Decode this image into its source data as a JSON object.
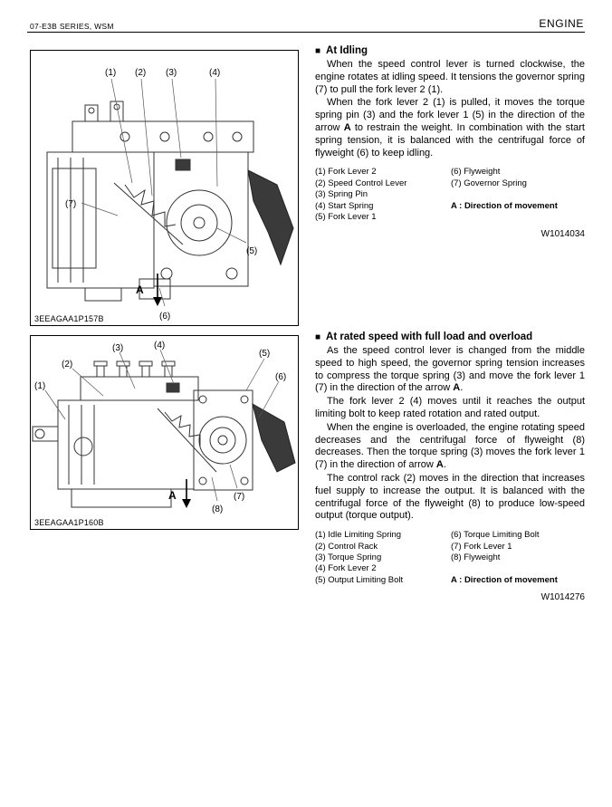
{
  "header": {
    "left": "07-E3B SERIES, WSM",
    "right": "ENGINE"
  },
  "figure1": {
    "caption": "3EEAGAA1P157B",
    "callouts": {
      "c1": "(1)",
      "c2": "(2)",
      "c3": "(3)",
      "c4": "(4)",
      "c5": "(5)",
      "c6": "(6)",
      "c7": "(7)",
      "a": "A"
    }
  },
  "figure2": {
    "caption": "3EEAGAA1P160B",
    "callouts": {
      "c1": "(1)",
      "c2": "(2)",
      "c3": "(3)",
      "c4": "(4)",
      "c5": "(5)",
      "c6": "(6)",
      "c7": "(7)",
      "c8": "(8)",
      "a": "A"
    }
  },
  "section1": {
    "marker": "■",
    "title": "At Idling",
    "p1": {
      "pre": "When the speed control lever is turned clockwise, the engine rotates at idling speed. It tensions the governor spring (7) to pull the fork lever 2 (1).",
      "a": "",
      "post": ""
    },
    "p2": {
      "pre": "When the fork lever 2 (1) is pulled, it moves the torque spring pin (3) and the fork lever 1 (5) in the direction of the arrow ",
      "a": "A",
      "post": " to restrain the weight. In combination with the start spring tension, it is balanced with the centrifugal force of flyweight (6) to keep idling."
    },
    "legend": {
      "r1": {
        "l": "(1) Fork Lever 2",
        "r": "(6) Flyweight"
      },
      "r2": {
        "l": "(2) Speed Control Lever",
        "r": "(7) Governor Spring"
      },
      "r3": {
        "l": "(3) Spring Pin",
        "r": ""
      },
      "r4": {
        "l": "(4) Start Spring",
        "r": "A : Direction of movement"
      },
      "r5": {
        "l": "(5) Fork Lever 1",
        "r": ""
      }
    },
    "ref": "W1014034"
  },
  "section2": {
    "marker": "■",
    "title": "At rated speed with full load and overload",
    "p1": {
      "pre": "As the speed control lever is changed from the middle speed to high speed, the governor spring tension increases to compress the torque spring (3) and move the fork lever 1 (7) in the direction of the arrow ",
      "a": "A",
      "post": "."
    },
    "p2": {
      "pre": "The fork lever 2 (4) moves until it reaches the output limiting bolt to keep rated rotation and rated output.",
      "a": "",
      "post": ""
    },
    "p3": {
      "pre": "When the engine is overloaded, the engine rotating speed decreases and the centrifugal force of flyweight (8) decreases. Then the torque spring (3) moves the fork lever 1 (7) in the direction of arrow ",
      "a": "A",
      "post": "."
    },
    "p4": {
      "pre": "The control rack (2) moves in the direction that increases fuel supply to increase the output. It is balanced with the centrifugal force of the flyweight (8) to produce low-speed output (torque output).",
      "a": "",
      "post": ""
    },
    "legend": {
      "r1": {
        "l": "(1) Idle Limiting Spring",
        "r": "(6) Torque Limiting Bolt"
      },
      "r2": {
        "l": "(2) Control Rack",
        "r": "(7) Fork Lever 1"
      },
      "r3": {
        "l": "(3) Torque Spring",
        "r": "(8) Flyweight"
      },
      "r4": {
        "l": "(4) Fork Lever 2",
        "r": ""
      },
      "r5": {
        "l": "(5) Output Limiting Bolt",
        "r": "A : Direction of movement"
      }
    },
    "ref": "W1014276"
  }
}
